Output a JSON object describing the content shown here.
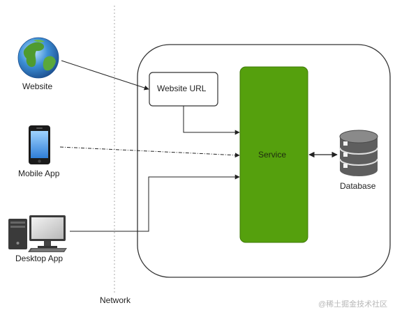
{
  "nodes": {
    "website": "Website",
    "mobile_app": "Mobile App",
    "desktop_app": "Desktop App",
    "website_url": "Website URL",
    "service": "Service",
    "database": "Database",
    "network": "Network"
  },
  "watermark": "@稀土掘金技术社区",
  "colors": {
    "service_fill": "#55a00d",
    "line": "#222222",
    "boundary": "#333333",
    "network_line": "#aaaaaa",
    "db_shell": "#6b6b6b"
  },
  "icons": {
    "website": "globe-icon",
    "mobile_app": "smartphone-icon",
    "desktop_app": "desktop-computer-icon",
    "database": "database-cylinder-icon"
  }
}
